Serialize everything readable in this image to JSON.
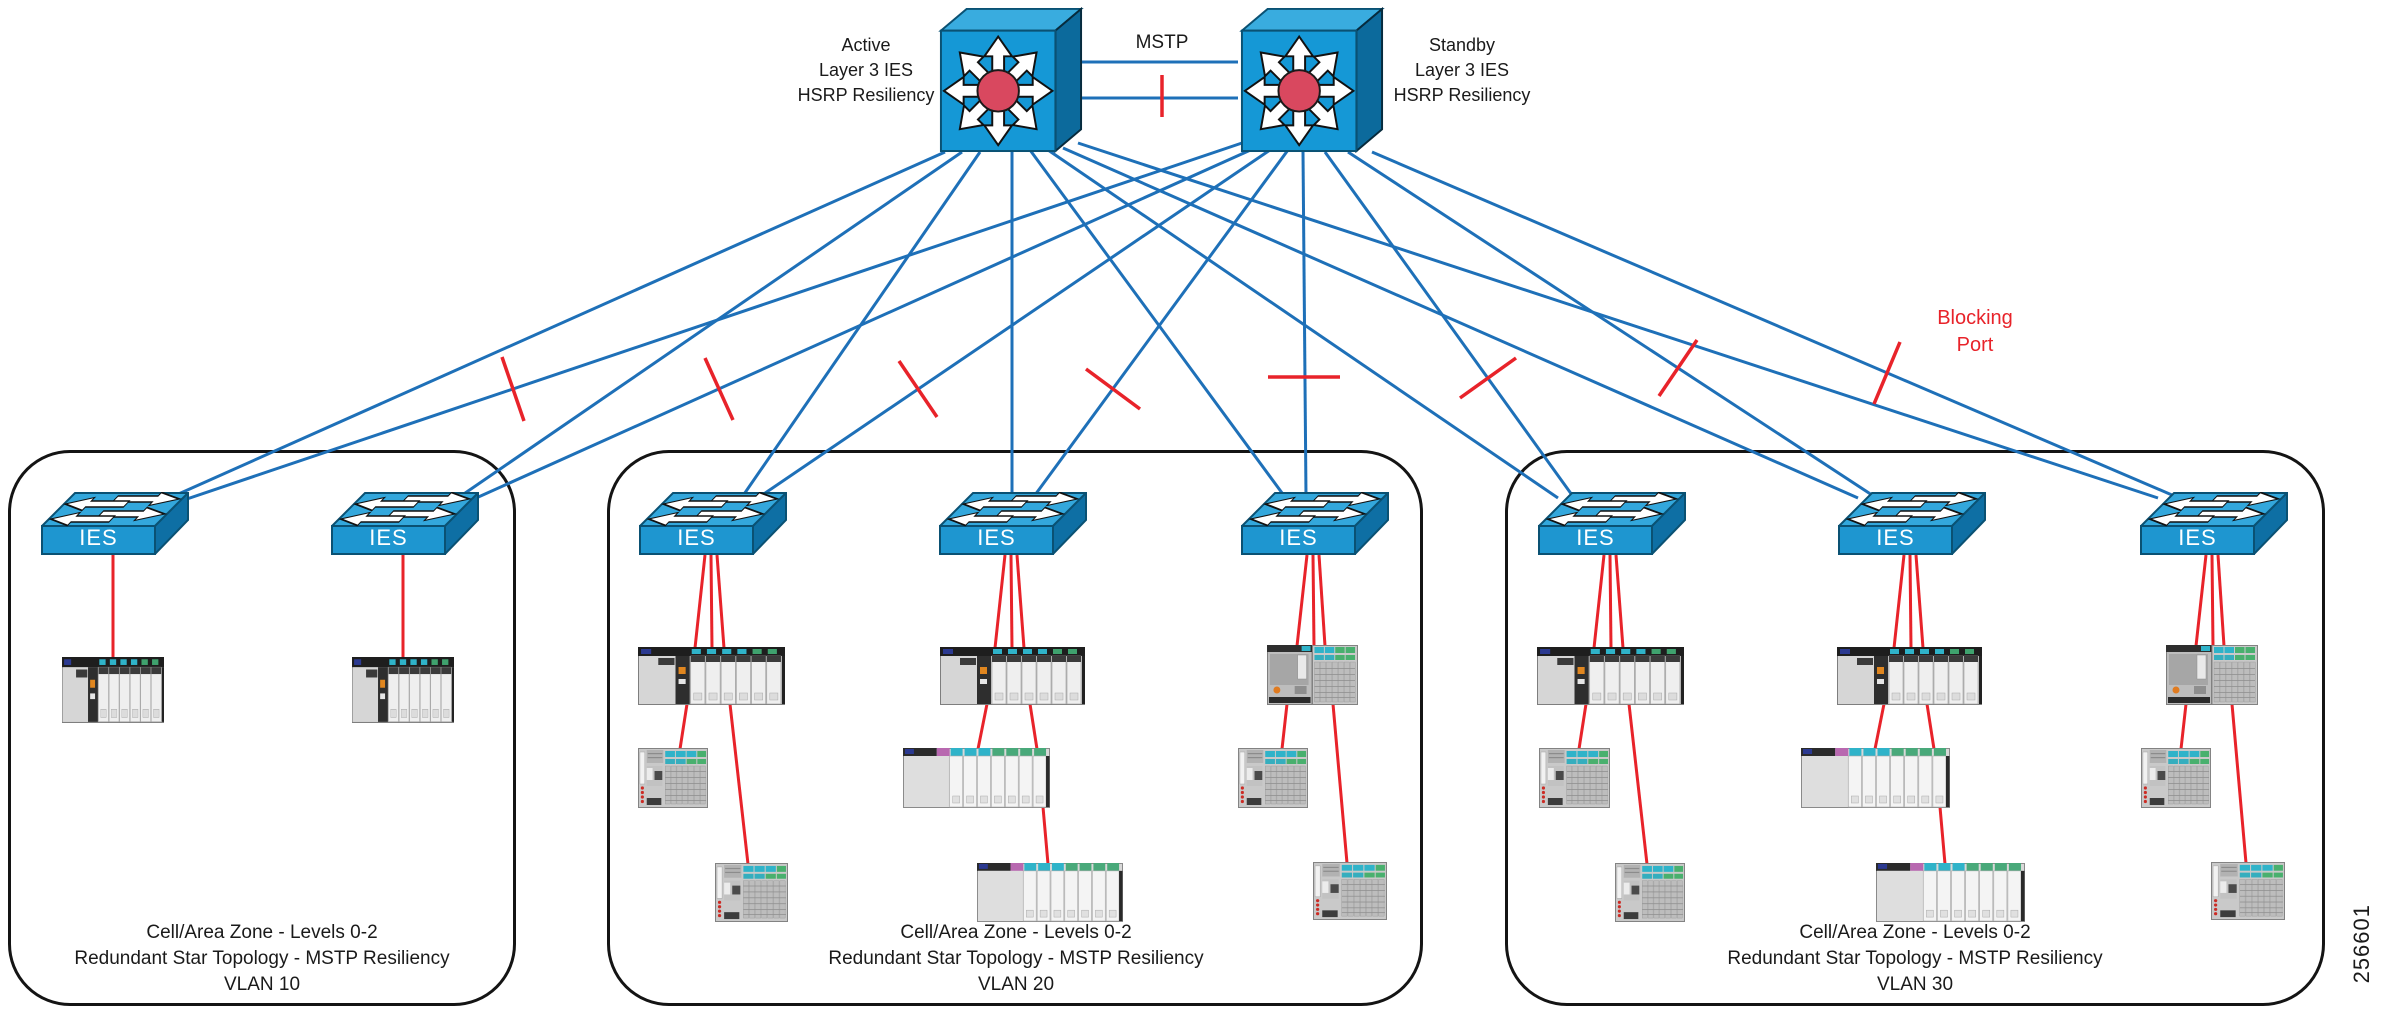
{
  "diagram": {
    "core": {
      "active_label": [
        "Active",
        "Layer 3 IES",
        "HSRP Resiliency"
      ],
      "standby_label": [
        "Standby",
        "Layer 3 IES",
        "HSRP Resiliency"
      ],
      "link_label": "MSTP"
    },
    "access_switch_label": "IES",
    "blocking_port_label": [
      "Blocking",
      "Port"
    ],
    "zones": [
      {
        "lines": [
          "Cell/Area Zone - Levels 0-2",
          "Redundant Star Topology - MSTP Resiliency",
          "VLAN 10"
        ]
      },
      {
        "lines": [
          "Cell/Area Zone - Levels 0-2",
          "Redundant Star Topology - MSTP Resiliency",
          "VLAN 20"
        ]
      },
      {
        "lines": [
          "Cell/Area Zone - Levels 0-2",
          "Redundant Star Topology - MSTP Resiliency",
          "VLAN 30"
        ]
      }
    ],
    "figure_number": "256601",
    "icons": {
      "core_switch": "layer3-switch-icon",
      "access_switch": "workgroup-switch-icon",
      "plc_rack": "plc-controller-rack-icon",
      "remote_io": "distributed-io-icon",
      "drive_io": "drive-with-io-icon",
      "blocked_link": "blocking-port-tick-icon"
    },
    "colors": {
      "link_blue": "#1E70B8",
      "blocked_red": "#E8232A",
      "switch_front": "#1E96D0",
      "switch_top": "#33A7DC",
      "switch_side": "#0E6FA4",
      "core_hub": "#D9485F",
      "zone_border": "#141414",
      "text": "#1A1A1A"
    }
  }
}
